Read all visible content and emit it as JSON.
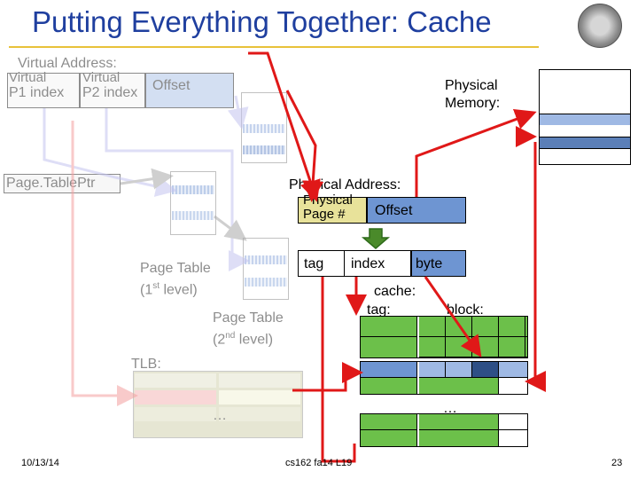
{
  "slide": {
    "title": "Putting Everything Together: Cache",
    "date": "10/13/14",
    "course": "cs162 fa14 L19",
    "page_number": "23"
  },
  "virtual_address": {
    "label": "Virtual Address:",
    "p1_line1": "Virtual",
    "p1_line2": "P1 index",
    "p2_line1": "Virtual",
    "p2_line2": "P2 index",
    "offset": "Offset"
  },
  "page_table_ptr": {
    "label": "Page.TablePtr"
  },
  "page_table_1": {
    "line1": "Page Table",
    "line2_pre": "(1",
    "line2_sup": "st",
    "line2_post": " level)"
  },
  "page_table_2": {
    "line1": "Page Table",
    "line2_pre": "(2",
    "line2_sup": "nd",
    "line2_post": " level)"
  },
  "physical_memory": {
    "line1": "Physical",
    "line2": "Memory:"
  },
  "physical_address": {
    "label": "Physical Address:",
    "page_line1": "Physical",
    "page_line2": "Page #",
    "offset": "Offset"
  },
  "cache_fields": {
    "tag": "tag",
    "index": "index",
    "byte": "byte"
  },
  "cache": {
    "label": "cache:",
    "tag_label": "tag:",
    "block_label": "block:",
    "ellipsis": "…"
  },
  "tlb": {
    "label": "TLB:",
    "ellipsis": "…"
  },
  "colors": {
    "title": "#1f3f9f",
    "arrow_red": "#e01818",
    "arrow_lavender": "#8c8ce0",
    "arrow_gray": "#7a7a7a",
    "arrow_green": "#2e6b1a",
    "cache_green": "#6cc04a",
    "cache_blue": "#6e95d2"
  }
}
